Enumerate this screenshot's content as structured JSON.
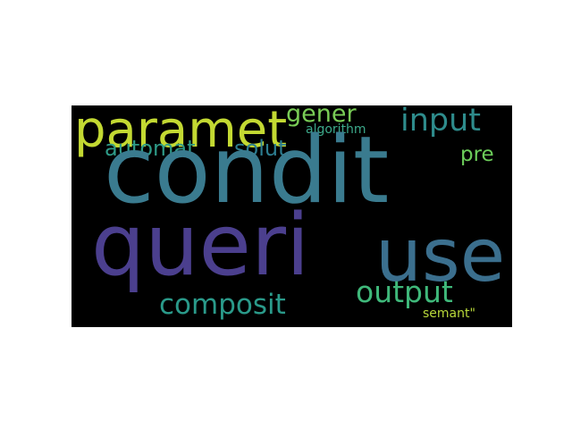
{
  "wordcloud": {
    "background": "#000000",
    "words": [
      {
        "key": "condit",
        "text": "condit",
        "color": "#3a7b8f"
      },
      {
        "key": "queri",
        "text": "queri",
        "color": "#4b3f8e"
      },
      {
        "key": "use",
        "text": "use",
        "color": "#3b6f8e"
      },
      {
        "key": "paramet",
        "text": "paramet",
        "color": "#c3d932"
      },
      {
        "key": "output",
        "text": "output",
        "color": "#3fb87a"
      },
      {
        "key": "input",
        "text": "input",
        "color": "#2e8c8c"
      },
      {
        "key": "composit",
        "text": "composit",
        "color": "#2a9a8a"
      },
      {
        "key": "gener",
        "text": "gener",
        "color": "#79cc56"
      },
      {
        "key": "automat",
        "text": "automat",
        "color": "#2e9b88"
      },
      {
        "key": "solut",
        "text": "solut",
        "color": "#2c7d90"
      },
      {
        "key": "pre",
        "text": "pre",
        "color": "#6ccd5a"
      },
      {
        "key": "algorithm",
        "text": "algorithm",
        "color": "#3ca98a"
      },
      {
        "key": "semant",
        "text": "semant\"",
        "color": "#b9d93a"
      }
    ]
  }
}
